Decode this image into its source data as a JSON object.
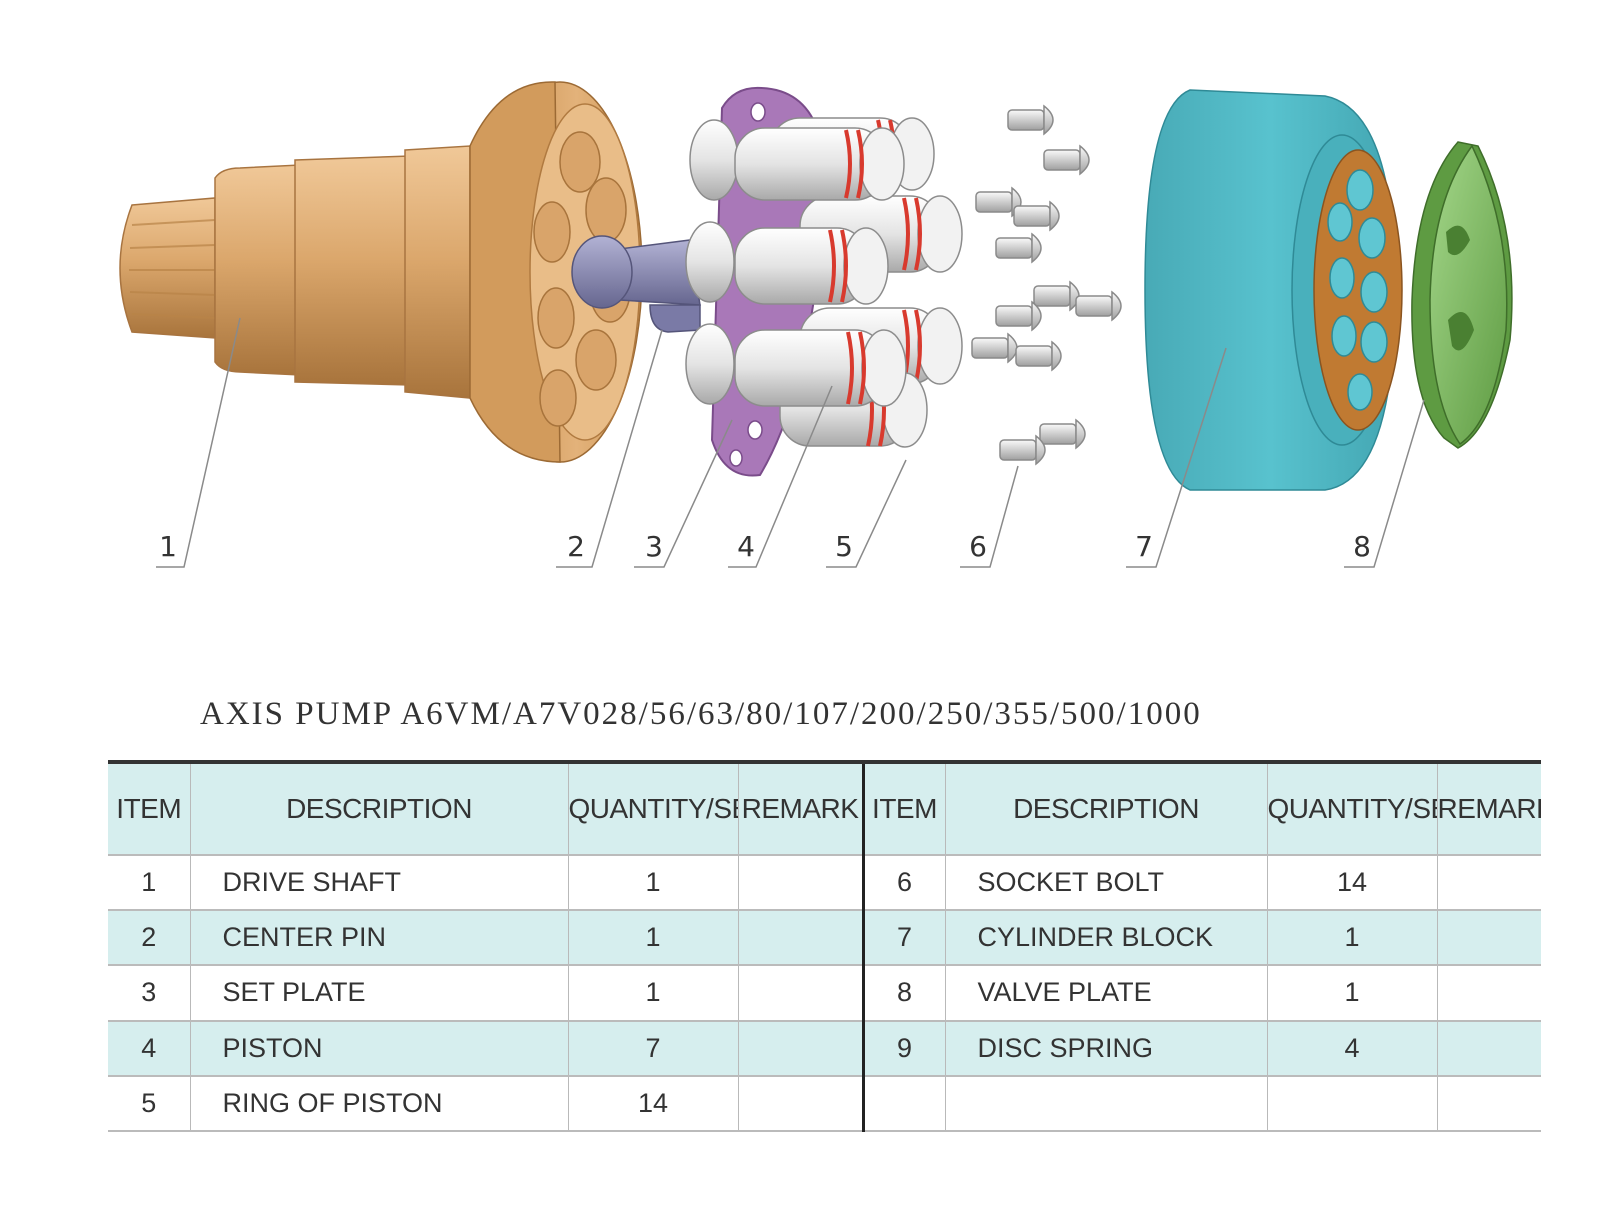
{
  "callouts": [
    "1",
    "2",
    "3",
    "4",
    "5",
    "6",
    "7",
    "8"
  ],
  "title": "AXIS PUMP A6VM/A7V028/56/63/80/107/200/250/355/500/1000",
  "table": {
    "headers": [
      "ITEM",
      "DESCRIPTION",
      "QUANTITY/SET",
      "REMARK",
      "ITEM",
      "DESCRIPTION",
      "QUANTITY/SET",
      "REMARK"
    ],
    "rows": [
      [
        "1",
        "DRIVE  SHAFT",
        "1",
        "",
        "6",
        "SOCKET BOLT",
        "14",
        ""
      ],
      [
        "2",
        "CENTER  PIN",
        "1",
        "",
        "7",
        "CYLINDER BLOCK",
        "1",
        ""
      ],
      [
        "3",
        "SET PLATE",
        "1",
        "",
        "8",
        "VALVE PLATE",
        "1",
        ""
      ],
      [
        "4",
        "PISTON",
        "7",
        "",
        "9",
        "DISC SPRING",
        "4",
        ""
      ],
      [
        "5",
        "RING OF PISTON",
        "14",
        "",
        "",
        "",
        "",
        ""
      ]
    ]
  },
  "colors": {
    "drive_shaft": "#d9a66a",
    "center_pin": "#8888b4",
    "set_plate": "#a978b8",
    "piston": "#e8e8e8",
    "piston_ring": "#d83a2e",
    "cylinder_block": "#4fb9c7",
    "valve_plate": "#7dbb5a",
    "table_band": "#d6eeee"
  }
}
